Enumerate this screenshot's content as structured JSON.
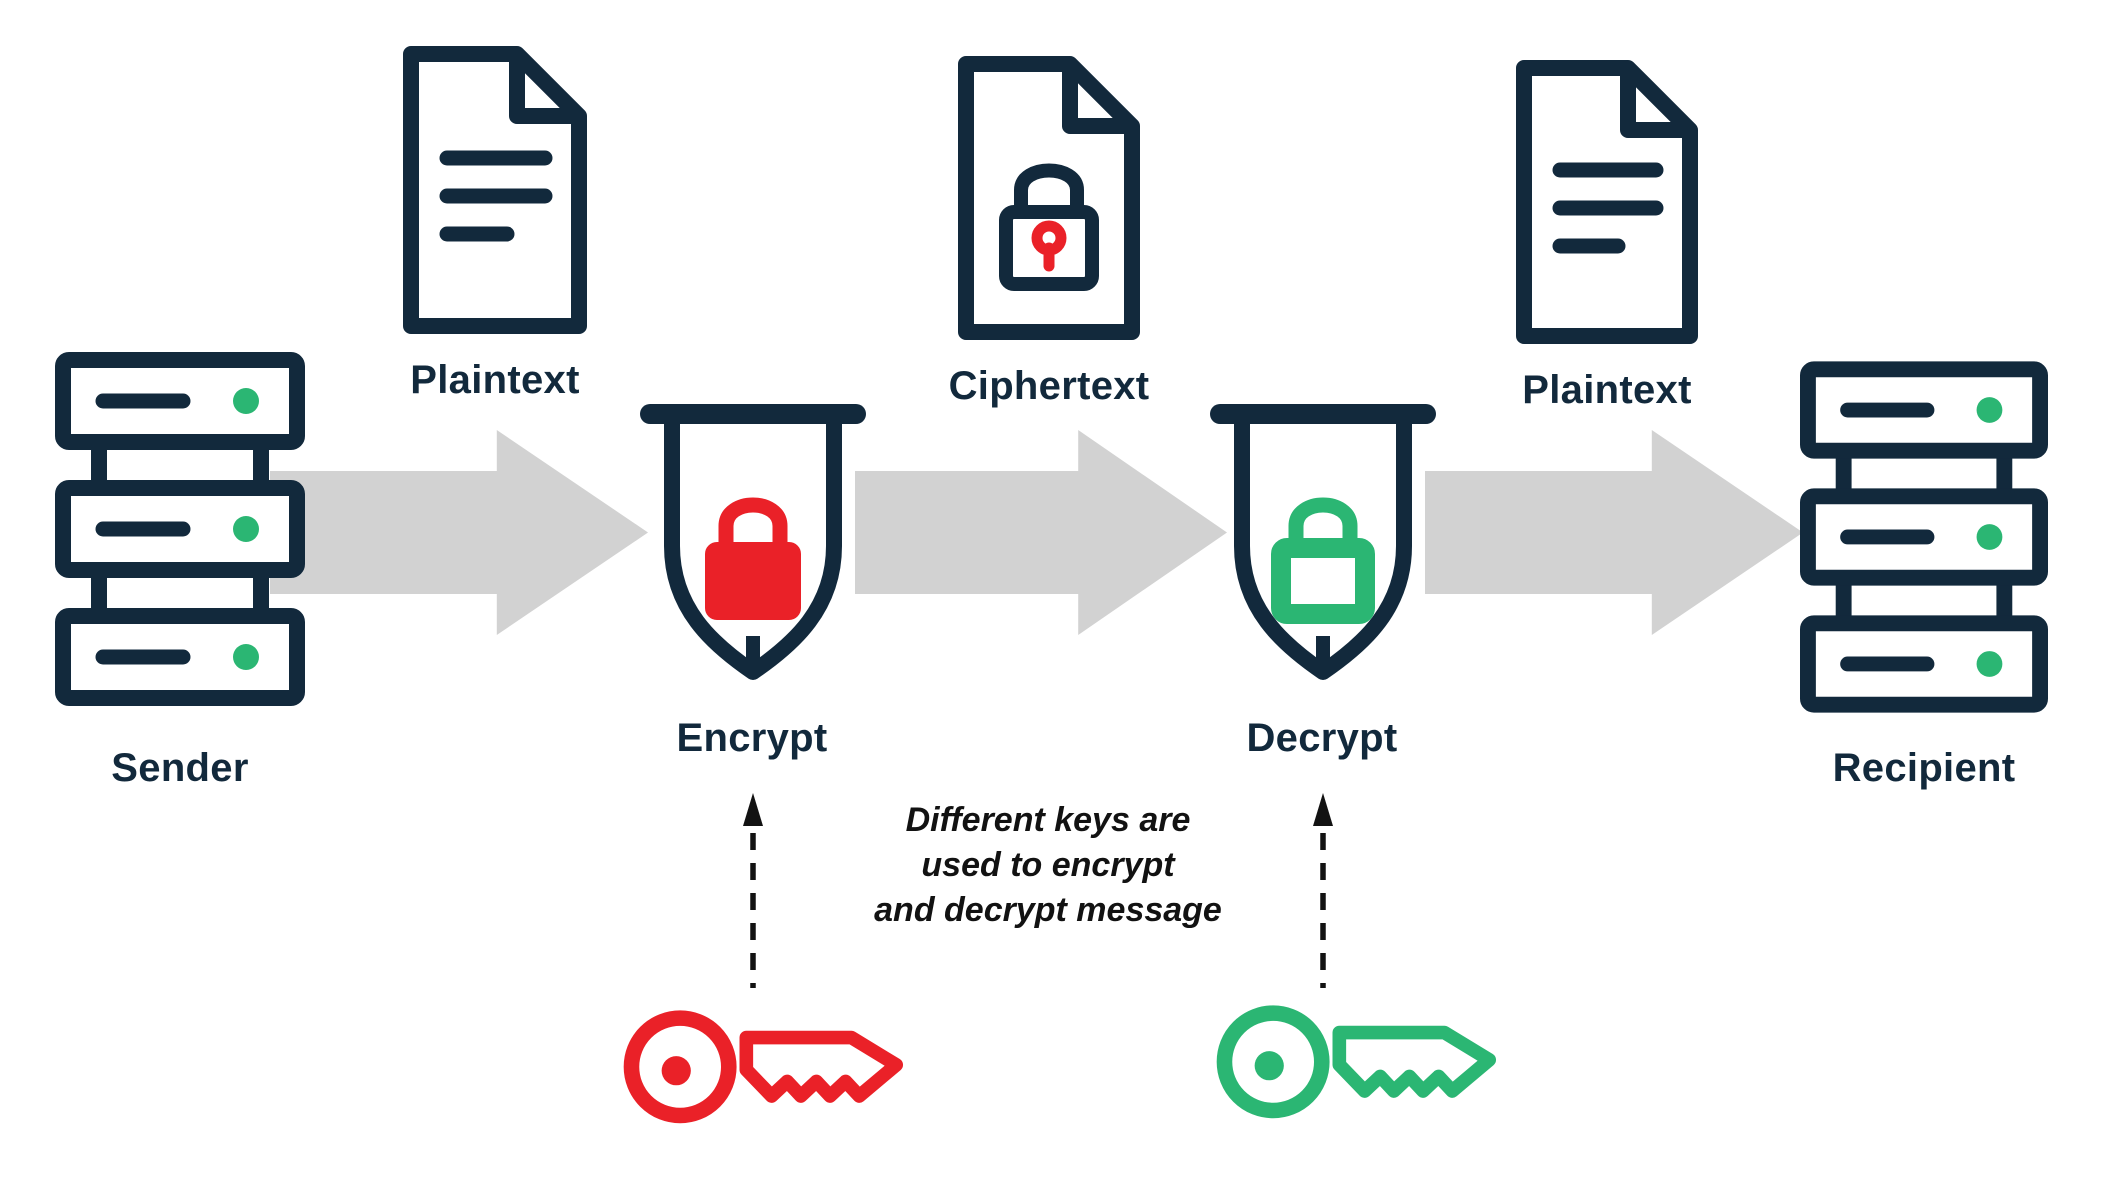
{
  "colors": {
    "navy": "#12293C",
    "red": "#EA2128",
    "green": "#2BB673",
    "arrow_gray": "#D2D2D2",
    "text_black": "#121212"
  },
  "flow": {
    "sender": {
      "label": "Sender",
      "icon": "server-stack-icon"
    },
    "plaintext_left": {
      "label": "Plaintext",
      "icon": "document-icon"
    },
    "encrypt": {
      "label": "Encrypt",
      "icon": "shield-red-lock-icon"
    },
    "ciphertext": {
      "label": "Ciphertext",
      "icon": "document-lock-icon"
    },
    "decrypt": {
      "label": "Decrypt",
      "icon": "shield-green-lock-icon"
    },
    "plaintext_right": {
      "label": "Plaintext",
      "icon": "document-icon"
    },
    "recipient": {
      "label": "Recipient",
      "icon": "server-stack-icon"
    }
  },
  "annotation": {
    "text": "Different keys are\nused to encrypt\nand decrypt message"
  },
  "keys": {
    "encrypt_key": {
      "icon": "red-key-icon",
      "color": "#EA2128"
    },
    "decrypt_key": {
      "icon": "green-key-icon",
      "color": "#2BB673"
    }
  }
}
